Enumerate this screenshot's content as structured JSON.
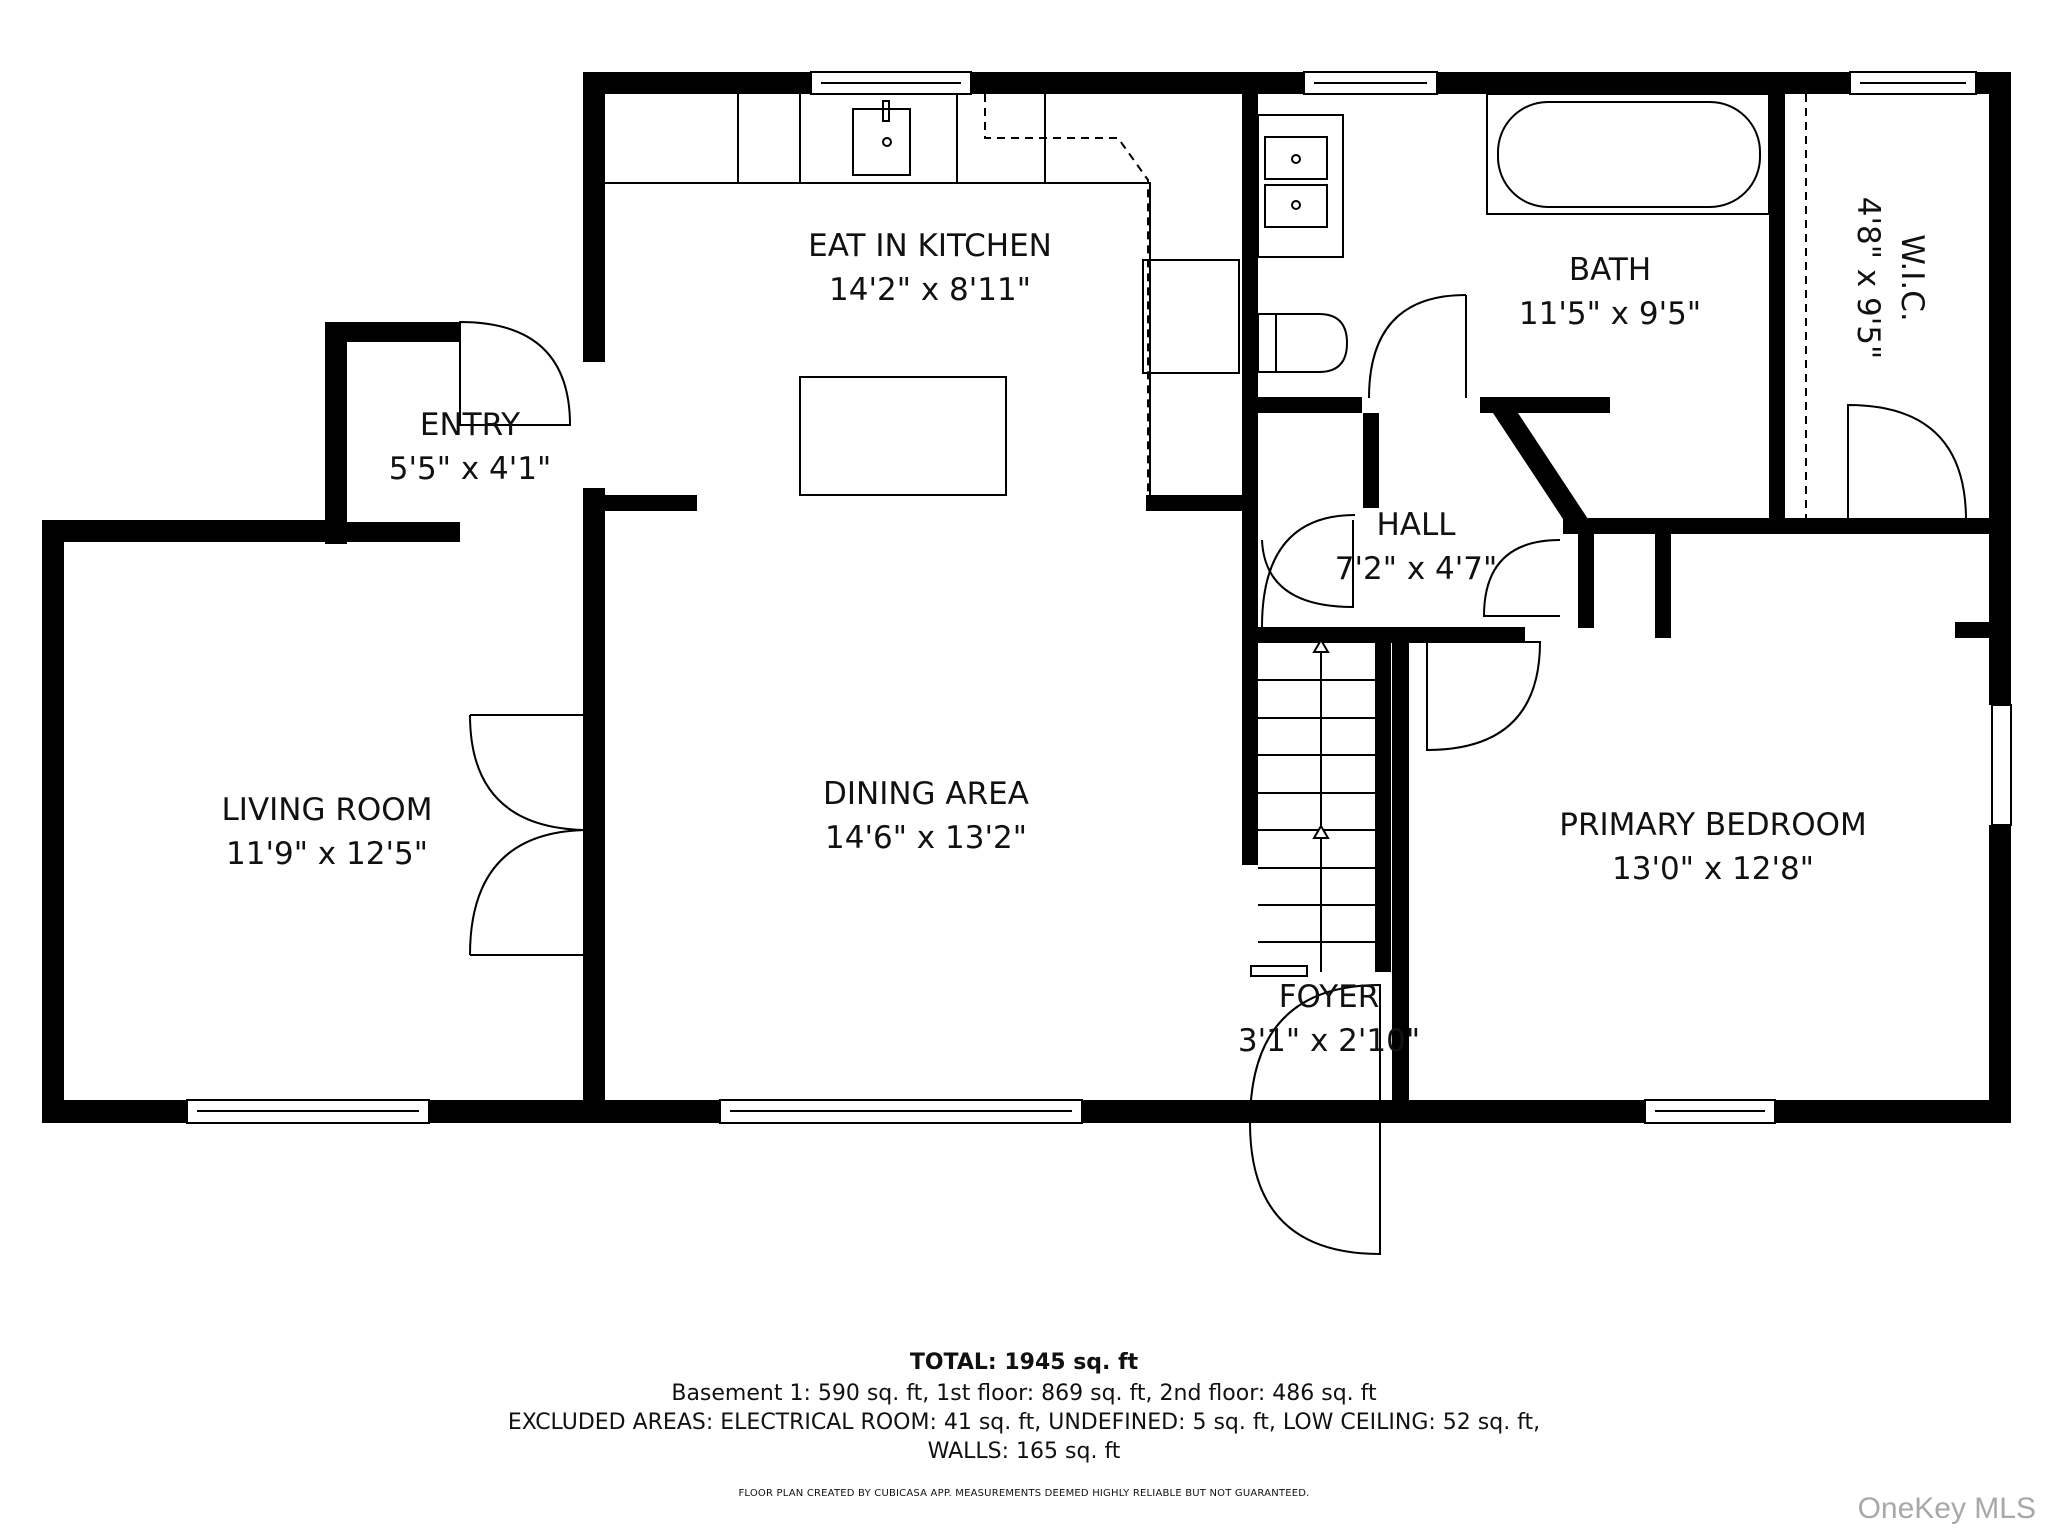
{
  "floor_plan": {
    "rooms": [
      {
        "id": "eat-in-kitchen",
        "name": "EAT IN KITCHEN",
        "dimensions": "14'2\" x 8'11\""
      },
      {
        "id": "bath",
        "name": "BATH",
        "dimensions": "11'5\" x 9'5\""
      },
      {
        "id": "wic",
        "name": "W.I.C.",
        "dimensions": "4'8\" x 9'5\""
      },
      {
        "id": "entry",
        "name": "ENTRY",
        "dimensions": "5'5\" x 4'1\""
      },
      {
        "id": "hall",
        "name": "HALL",
        "dimensions": "7'2\" x 4'7\""
      },
      {
        "id": "living-room",
        "name": "LIVING ROOM",
        "dimensions": "11'9\" x 12'5\""
      },
      {
        "id": "dining-area",
        "name": "DINING AREA",
        "dimensions": "14'6\" x 13'2\""
      },
      {
        "id": "primary-bedroom",
        "name": "PRIMARY BEDROOM",
        "dimensions": "13'0\" x 12'8\""
      },
      {
        "id": "foyer",
        "name": "FOYER",
        "dimensions": "3'1\" x 2'10\""
      }
    ],
    "colors": {
      "wall": "#000000",
      "background": "#ffffff",
      "text": "#111111",
      "watermark": "#a8a8a8"
    }
  },
  "summary": {
    "total": "TOTAL: 1945 sq. ft",
    "floors": "Basement 1: 590 sq. ft, 1st floor: 869 sq. ft, 2nd floor: 486 sq. ft",
    "excluded_line1": "EXCLUDED AREAS: ELECTRICAL ROOM: 41 sq. ft, UNDEFINED: 5 sq. ft, LOW CEILING: 52 sq. ft,",
    "excluded_line2": "WALLS: 165 sq. ft",
    "disclaimer": "FLOOR PLAN CREATED BY CUBICASA APP. MEASUREMENTS DEEMED HIGHLY RELIABLE BUT NOT GUARANTEED."
  },
  "watermark": "OneKey MLS"
}
